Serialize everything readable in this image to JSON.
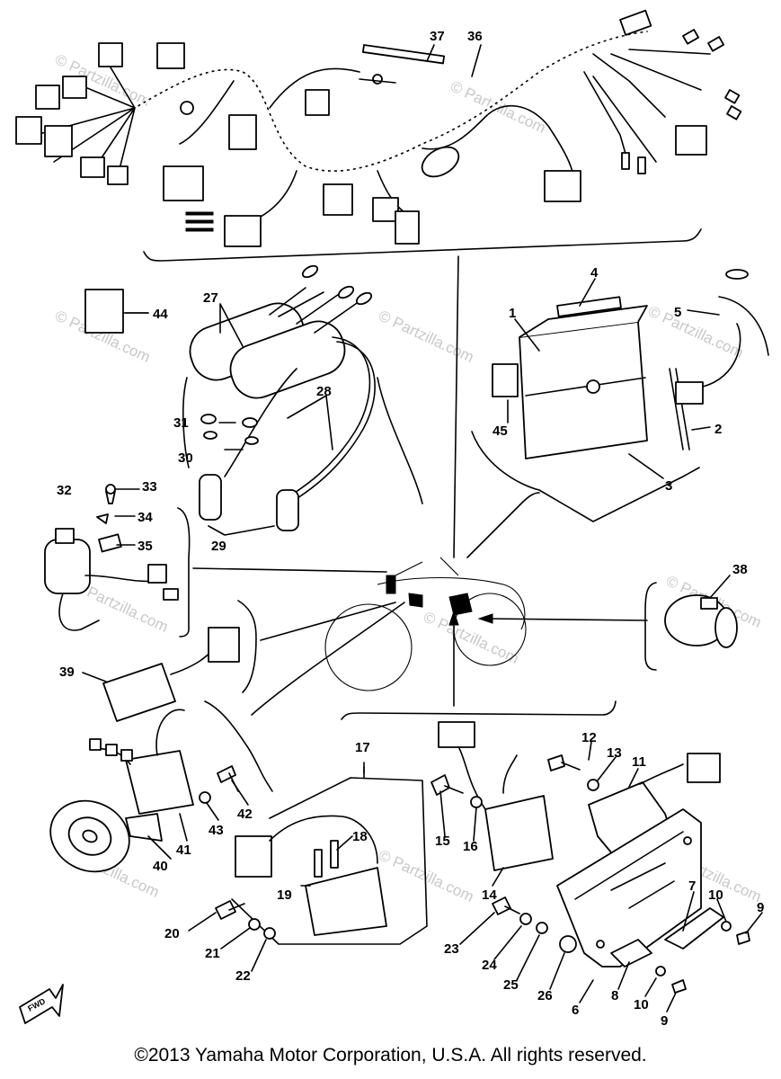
{
  "copyright": "©2013 Yamaha Motor Corporation, U.S.A. All rights reserved.",
  "watermark": "© Partzilla.com",
  "callouts": [
    "1",
    "2",
    "3",
    "4",
    "5",
    "6",
    "7",
    "8",
    "9",
    "9",
    "10",
    "10",
    "11",
    "12",
    "13",
    "14",
    "15",
    "16",
    "17",
    "18",
    "19",
    "20",
    "21",
    "22",
    "23",
    "24",
    "25",
    "26",
    "27",
    "28",
    "29",
    "30",
    "31",
    "32",
    "33",
    "34",
    "35",
    "36",
    "37",
    "38",
    "39",
    "40",
    "41",
    "42",
    "43",
    "44",
    "45"
  ]
}
